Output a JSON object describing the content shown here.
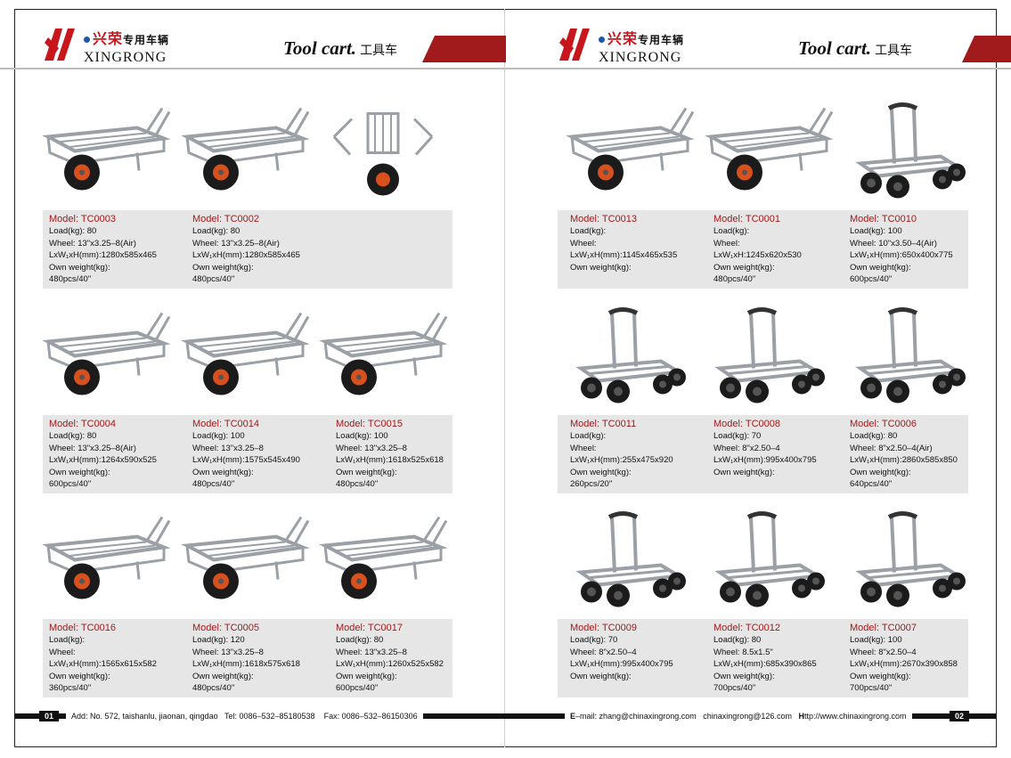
{
  "brand": {
    "name_cn": "兴荣",
    "sub_cn": "专用车辆",
    "name_en": "XINGRONG"
  },
  "header": {
    "title": "Tool cart.",
    "title_cn": "工具车"
  },
  "left_products": [
    {
      "model": "Model: TC0003",
      "load": "Load(kg): 80",
      "wheel": "Wheel: 13\"x3.25–8(Air)",
      "dims": "LxW₁xH(mm):1280x585x465",
      "weight": "Own weight(kg):",
      "pack": "480pcs/40\""
    },
    {
      "model": "Model: TC0002",
      "load": "Load(kg): 80",
      "wheel": "Wheel: 13\"x3.25–8(Air)",
      "dims": "LxW₁xH(mm):1280x585x465",
      "weight": "Own weight(kg):",
      "pack": "480pcs/40\""
    },
    {
      "model": "",
      "load": "",
      "wheel": "",
      "dims": "",
      "weight": "",
      "pack": ""
    },
    {
      "model": "Model: TC0004",
      "load": "Load(kg): 80",
      "wheel": "Wheel: 13\"x3.25–8(Air)",
      "dims": "LxW₁xH(mm):1264x590x525",
      "weight": "Own weight(kg):",
      "pack": "600pcs/40\""
    },
    {
      "model": "Model: TC0014",
      "load": "Load(kg): 100",
      "wheel": "Wheel: 13\"x3.25–8",
      "dims": "LxW₁xH(mm):1575x545x490",
      "weight": "Own weight(kg):",
      "pack": "480pcs/40\""
    },
    {
      "model": "Model: TC0015",
      "load": "Load(kg): 100",
      "wheel": "Wheel: 13\"x3.25–8",
      "dims": "LxW₁xH(mm):1618x525x618",
      "weight": "Own weight(kg):",
      "pack": "480pcs/40\""
    },
    {
      "model": "Model: TC0016",
      "load": "Load(kg):",
      "wheel": "Wheel:",
      "dims": "LxW₁xH(mm):1565x615x582",
      "weight": "Own weight(kg):",
      "pack": "360pcs/40\""
    },
    {
      "model": "Model: TC0005",
      "load": "Load(kg): 120",
      "wheel": "Wheel: 13\"x3.25–8",
      "dims": "LxW₁xH(mm):1618x575x618",
      "weight": "Own weight(kg):",
      "pack": "480pcs/40\""
    },
    {
      "model": "Model: TC0017",
      "load": "Load(kg): 80",
      "wheel": "Wheel: 13\"x3.25–8",
      "dims": "LxW₁xH(mm):1260x525x582",
      "weight": "Own weight(kg):",
      "pack": "600pcs/40\""
    }
  ],
  "right_products": [
    {
      "model": "Model: TC0013",
      "load": "Load(kg):",
      "wheel": "Wheel:",
      "dims": "LxW₁xH(mm):1145x465x535",
      "weight": "Own weight(kg):",
      "pack": ""
    },
    {
      "model": "Model: TC0001",
      "load": "Load(kg):",
      "wheel": "Wheel:",
      "dims": "LxW₁xH:1245x620x530",
      "weight": "Own weight(kg):",
      "pack": "480pcs/40\""
    },
    {
      "model": "Model: TC0010",
      "load": "Load(kg): 100",
      "wheel": "Wheel: 10\"x3.50–4(Air)",
      "dims": "LxW₁xH(mm):650x400x775",
      "weight": "Own weight(kg):",
      "pack": "600pcs/40\""
    },
    {
      "model": "Model: TC0011",
      "load": "Load(kg):",
      "wheel": "Wheel:",
      "dims": "LxW₁xH(mm):255x475x920",
      "weight": "Own weight(kg):",
      "pack": "260pcs/20\""
    },
    {
      "model": "Model: TC0008",
      "load": "Load(kg): 70",
      "wheel": "Wheel: 8\"x2.50–4",
      "dims": "LxW₁xH(mm):995x400x795",
      "weight": "Own weight(kg):",
      "pack": ""
    },
    {
      "model": "Model: TC0006",
      "load": "Load(kg): 80",
      "wheel": "Wheel: 8\"x2.50–4(Air)",
      "dims": "LxW₁xH(mm):2860x585x850",
      "weight": "Own weight(kg):",
      "pack": "640pcs/40\""
    },
    {
      "model": "Model: TC0009",
      "load": "Load(kg): 70",
      "wheel": "Wheel: 8\"x2.50–4",
      "dims": "LxW₁xH(mm):995x400x795",
      "weight": "Own weight(kg):",
      "pack": ""
    },
    {
      "model": "Model: TC0012",
      "load": "Load(kg): 80",
      "wheel": "Wheel: 8.5x1.5\"",
      "dims": "LxW₁xH(mm):685x390x865",
      "weight": "Own weight(kg):",
      "pack": "700pcs/40\""
    },
    {
      "model": "Model: TC0007",
      "load": "Load(kg): 100",
      "wheel": "Wheel: 8\"x2.50–4",
      "dims": "LxW₁xH(mm):2670x390x858",
      "weight": "Own weight(kg):",
      "pack": "700pcs/40\""
    }
  ],
  "footer": {
    "left_page_number": "01",
    "right_page_number": "02",
    "address": "Add: No. 572, taishanlu, jiaonan, qingdao",
    "tel": "Tel: 0086–532–85180538",
    "fax": "Fax: 0086–532–86150306",
    "email_prefix": "E",
    "email": "–mail: zhang@chinaxingrong.com",
    "email2": "chinaxingrong@126.com",
    "http_prefix": "H",
    "http": "ttp://www.chinaxingrong.com"
  },
  "colors": {
    "accent_red": "#a11a1c",
    "logo_blue": "#1f57a8",
    "spec_band": "#e6e6e6"
  }
}
